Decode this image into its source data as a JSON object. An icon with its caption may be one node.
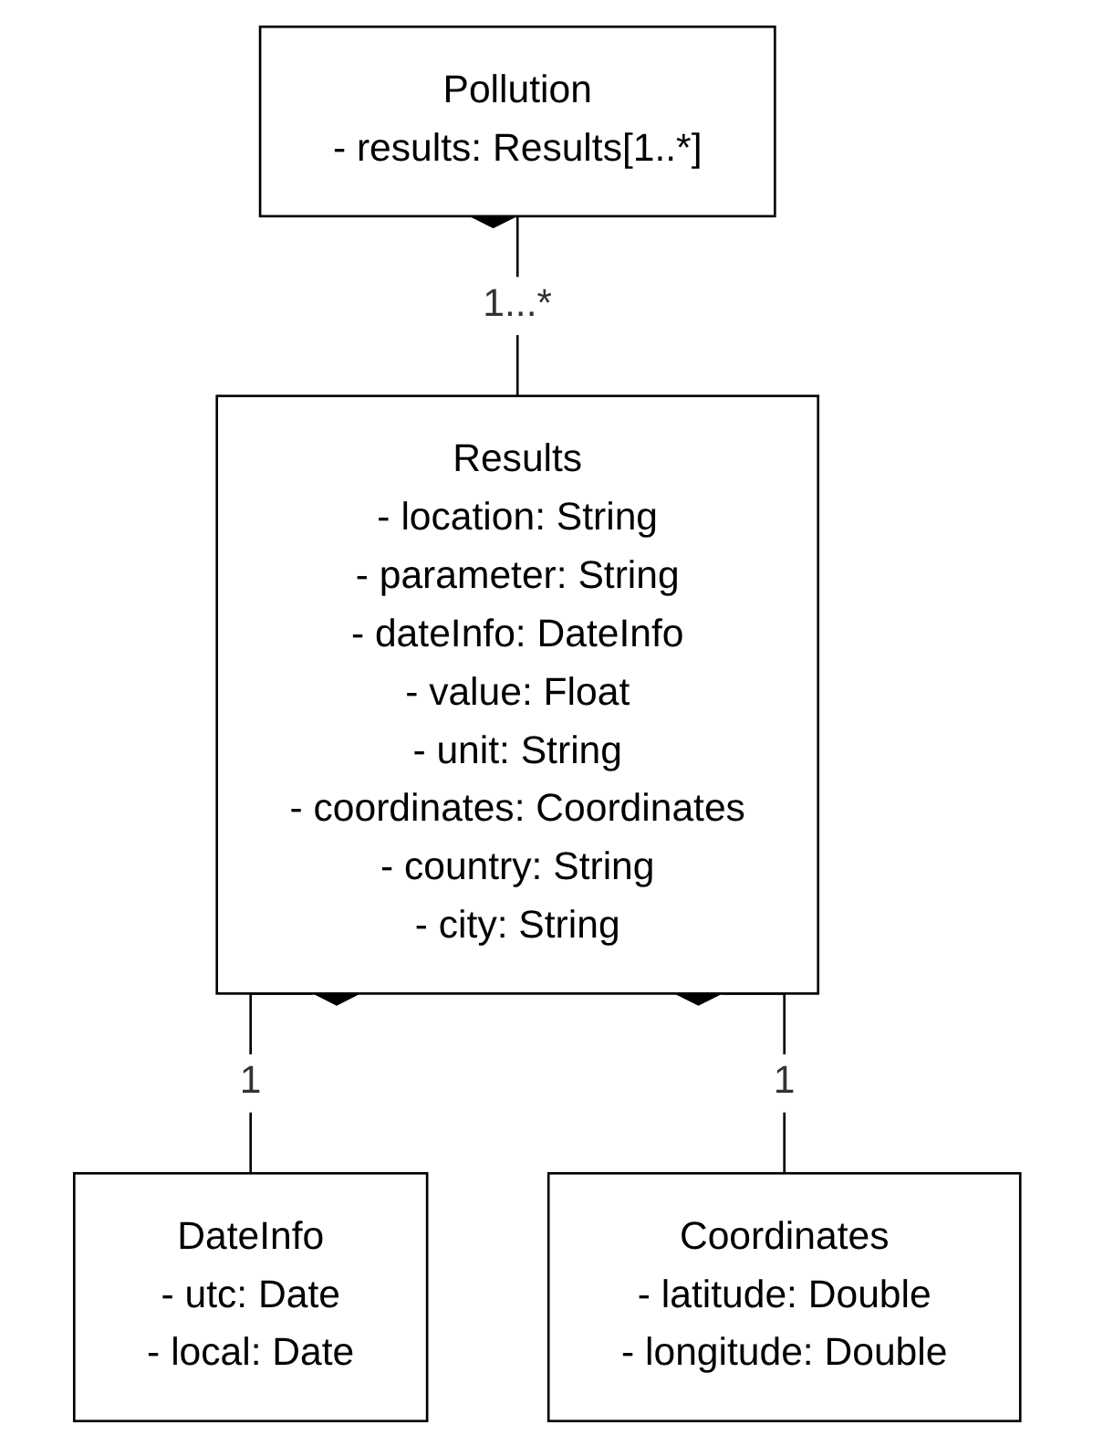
{
  "diagram": {
    "nodes": [
      {
        "text": [
          "Pollution",
          "- results: Results[1..*]"
        ]
      },
      {
        "text": [
          "Results",
          "- location: String",
          "- parameter: String",
          "- dateInfo: DateInfo",
          "- value: Float",
          "- unit: String",
          "- coordinates: Coordinates",
          "- country: String",
          "- city: String"
        ]
      },
      {
        "text": [
          "DateInfo",
          "- utc: Date",
          "- local: Date"
        ]
      },
      {
        "text": [
          "Coordinates",
          "- latitude: Double",
          "- longitude: Double"
        ]
      }
    ],
    "edges": [
      {
        "from": 0,
        "to": 1,
        "arrow": "other",
        "label": "1...*"
      },
      {
        "from": 1,
        "to": 2,
        "arrow": "other",
        "label": "1"
      },
      {
        "from": 1,
        "to": 3,
        "arrow": "other",
        "label": "1"
      }
    ]
  }
}
